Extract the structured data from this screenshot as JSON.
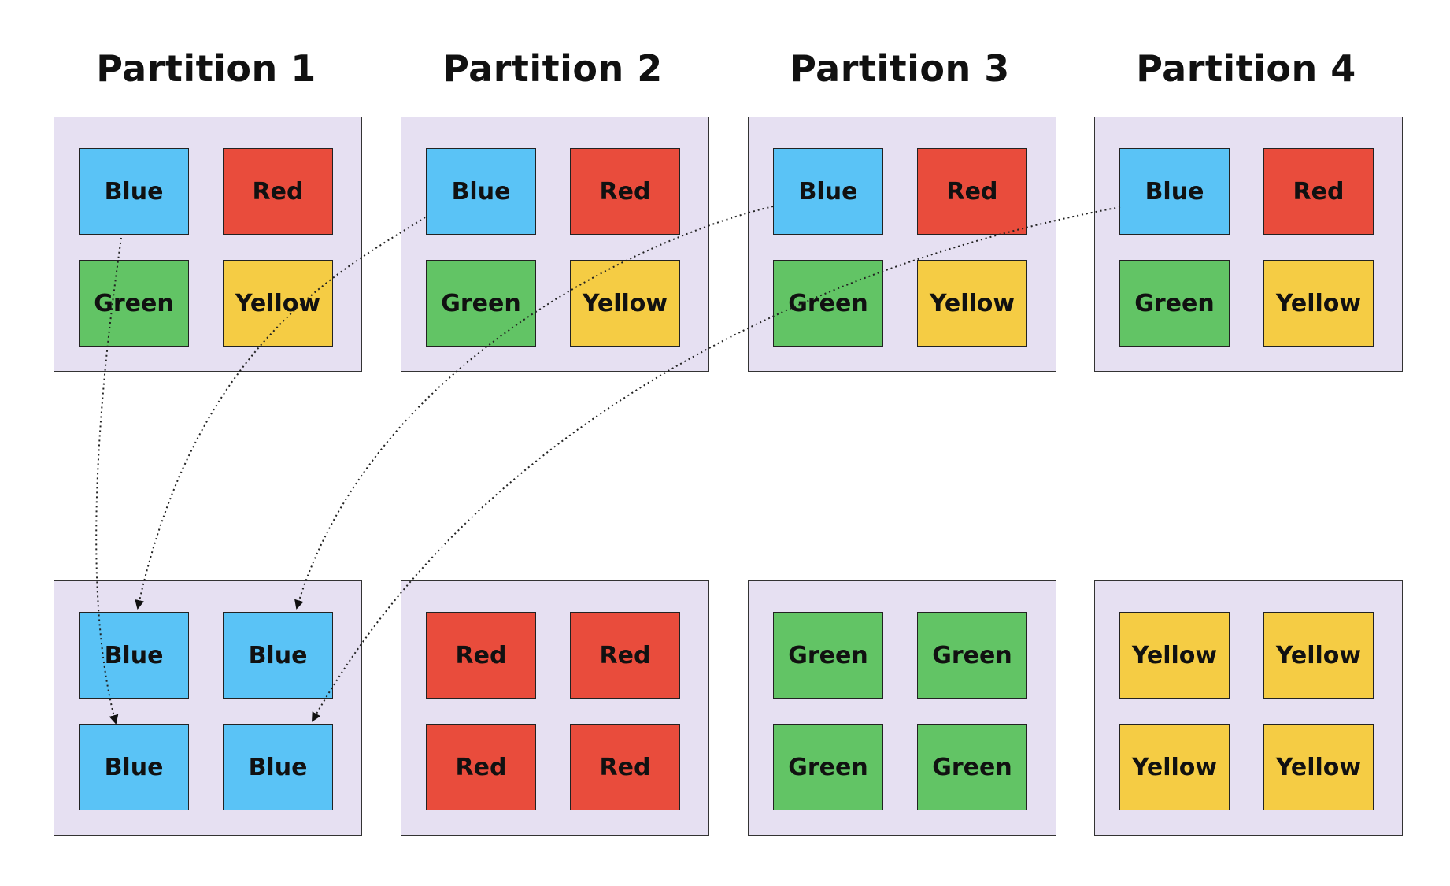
{
  "colors": {
    "Blue": "#5ac3f6",
    "Red": "#e94c3c",
    "Green": "#62c465",
    "Yellow": "#f5cc44",
    "partition_bg": "#e6e0f2"
  },
  "titles": [
    "Partition 1",
    "Partition 2",
    "Partition 3",
    "Partition 4"
  ],
  "top_partitions": [
    {
      "blocks": [
        "Blue",
        "Red",
        "Green",
        "Yellow"
      ]
    },
    {
      "blocks": [
        "Blue",
        "Red",
        "Green",
        "Yellow"
      ]
    },
    {
      "blocks": [
        "Blue",
        "Red",
        "Green",
        "Yellow"
      ]
    },
    {
      "blocks": [
        "Blue",
        "Red",
        "Green",
        "Yellow"
      ]
    }
  ],
  "bottom_partitions": [
    {
      "blocks": [
        "Blue",
        "Blue",
        "Blue",
        "Blue"
      ]
    },
    {
      "blocks": [
        "Red",
        "Red",
        "Red",
        "Red"
      ]
    },
    {
      "blocks": [
        "Green",
        "Green",
        "Green",
        "Green"
      ]
    },
    {
      "blocks": [
        "Yellow",
        "Yellow",
        "Yellow",
        "Yellow"
      ]
    }
  ],
  "arrows": [
    {
      "from": "Partition 1 Blue",
      "to": "Bottom 1 block 3"
    },
    {
      "from": "Partition 2 Blue",
      "to": "Bottom 1 block 1"
    },
    {
      "from": "Partition 3 Blue",
      "to": "Bottom 1 block 2"
    },
    {
      "from": "Partition 4 Blue",
      "to": "Bottom 1 block 4"
    }
  ]
}
